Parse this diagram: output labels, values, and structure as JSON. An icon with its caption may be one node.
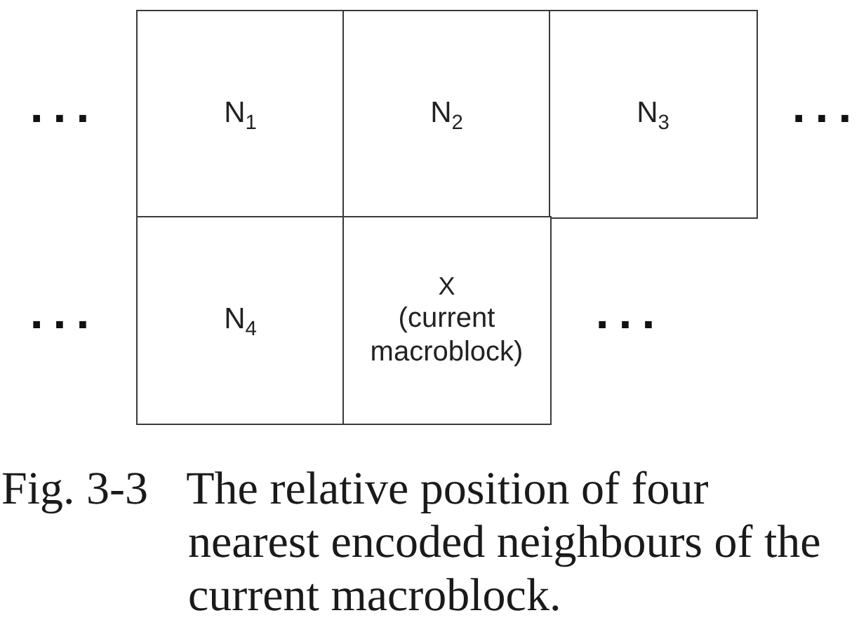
{
  "diagram": {
    "caption": "Fig. 3-3 The relative position of four nearest encoded neighbours of the current macroblock.",
    "nodes": [
      {
        "text": [
          "N$_{1}$"
        ]
      },
      {
        "text": [
          "N$_{2}$"
        ]
      },
      {
        "text": [
          "N$_{3}$"
        ]
      },
      {
        "text": [
          "N$_{4}$"
        ]
      },
      {
        "text": [
          "X",
          "(current macroblock)"
        ]
      }
    ],
    "labels": [
      "...",
      "...",
      "...",
      "..."
    ]
  }
}
